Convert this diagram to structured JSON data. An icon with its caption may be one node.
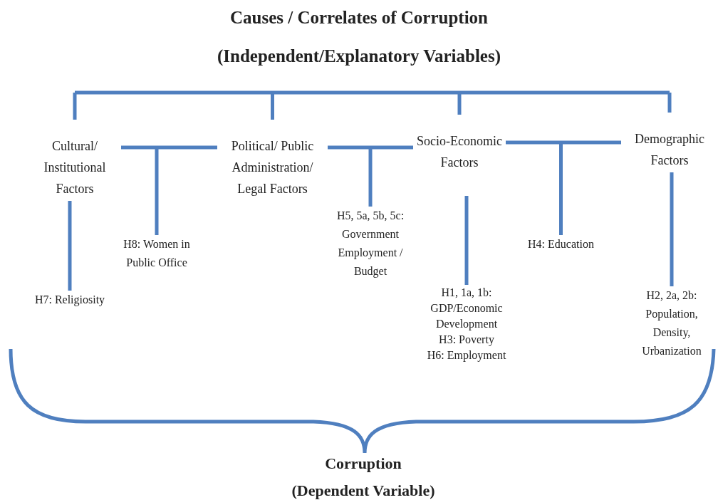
{
  "diagram": {
    "title": "Causes / Correlates of Corruption",
    "nodes": [
      {
        "text": [
          "Cultural/ Institutional Factors"
        ]
      },
      {
        "text": [
          "Political/ Public Administration/ Legal Factors"
        ]
      },
      {
        "text": [
          "Socio-Economic Factors"
        ]
      },
      {
        "text": [
          "Demographic Factors"
        ]
      },
      {
        "text": [
          "H8: Women in Public Office"
        ]
      },
      {
        "text": [
          "H7: Religiosity"
        ]
      },
      {
        "text": [
          "H5, 5a, 5b, 5c: Government Employment / Budget"
        ]
      },
      {
        "text": [
          "H4: Education"
        ]
      },
      {
        "text": [
          "H1, 1a, 1b: GDP/Economic Development",
          "H3: Poverty",
          "H6: Employment"
        ]
      },
      {
        "text": [
          "H2, 2a, 2b: Population, Density, Urbanization"
        ]
      },
      {
        "text": [
          "Corruption",
          "(Dependent Variable)"
        ]
      }
    ],
    "edges": [
      {
        "from": 0,
        "to": 4,
        "arrow": "none"
      },
      {
        "from": 1,
        "to": 4,
        "arrow": "none"
      },
      {
        "from": 1,
        "to": 6,
        "arrow": "none"
      },
      {
        "from": 2,
        "to": 6,
        "arrow": "none"
      },
      {
        "from": 2,
        "to": 7,
        "arrow": "none"
      },
      {
        "from": 3,
        "to": 7,
        "arrow": "none"
      },
      {
        "from": 0,
        "to": 5,
        "arrow": "none"
      },
      {
        "from": 2,
        "to": 8,
        "arrow": "none"
      },
      {
        "from": 3,
        "to": 9,
        "arrow": "none"
      }
    ],
    "labels": [
      "(Independent/Explanatory Variables)"
    ]
  }
}
